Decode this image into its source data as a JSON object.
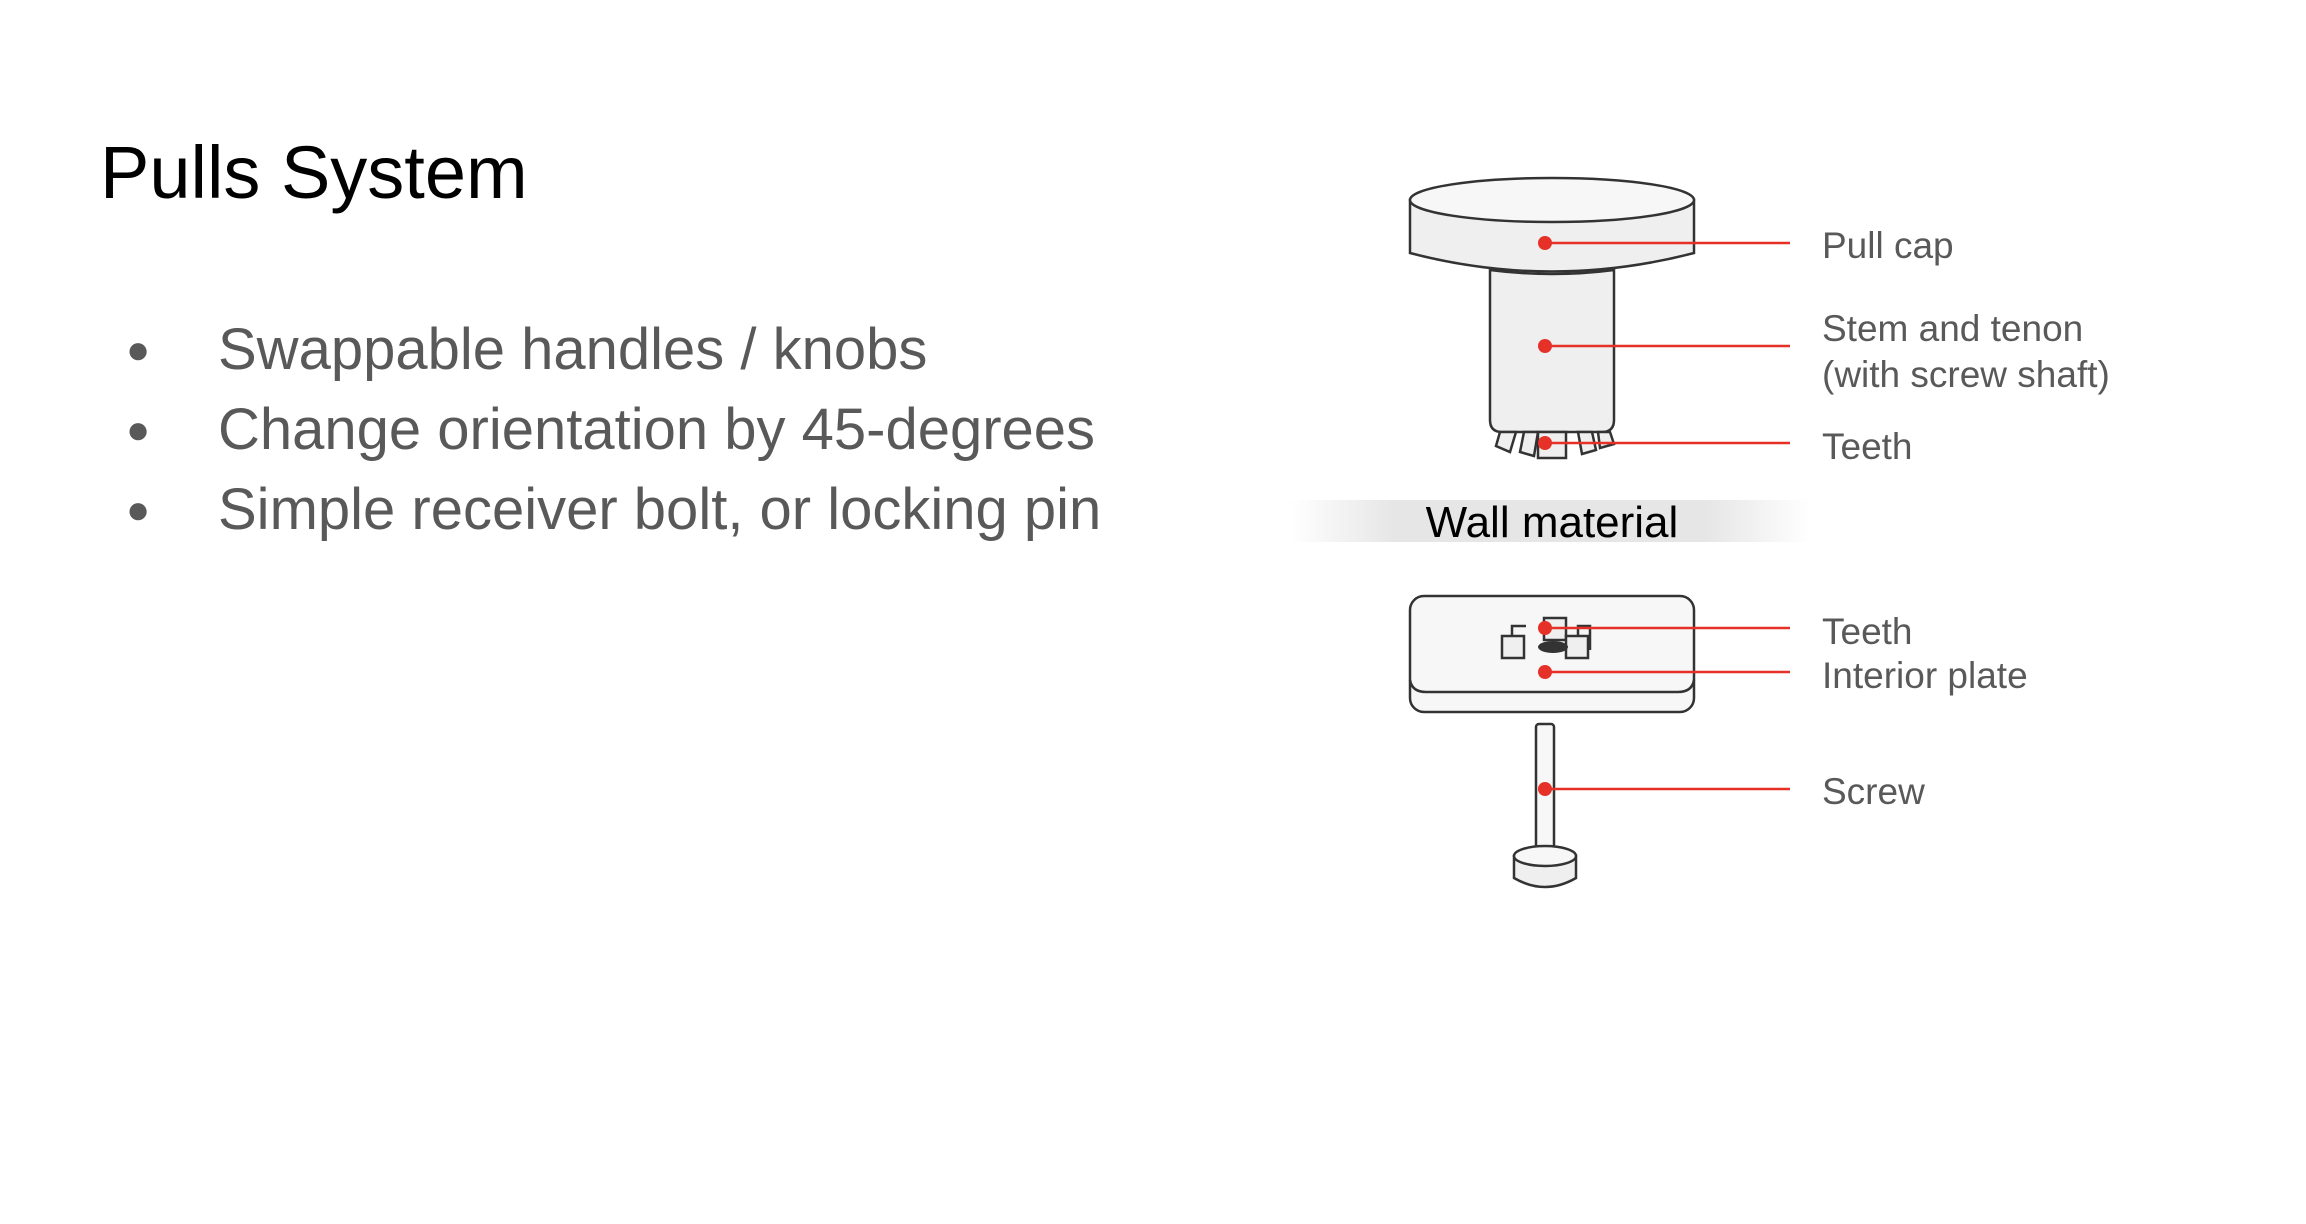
{
  "slide": {
    "title": "Pulls System",
    "bullets": [
      "Swappable handles / knobs",
      "Change orientation by 45-degrees",
      "Simple receiver bolt, or locking pin"
    ]
  },
  "diagram": {
    "labels": {
      "pull_cap": "Pull cap",
      "stem_line1": "Stem and tenon",
      "stem_line2": "(with screw shaft)",
      "teeth_top": "Teeth",
      "wall": "Wall material",
      "teeth_bottom": "Teeth",
      "interior_plate": "Interior plate",
      "screw": "Screw"
    },
    "colors": {
      "leader": "#e53127",
      "text": "#595959",
      "outline": "#333333"
    }
  }
}
